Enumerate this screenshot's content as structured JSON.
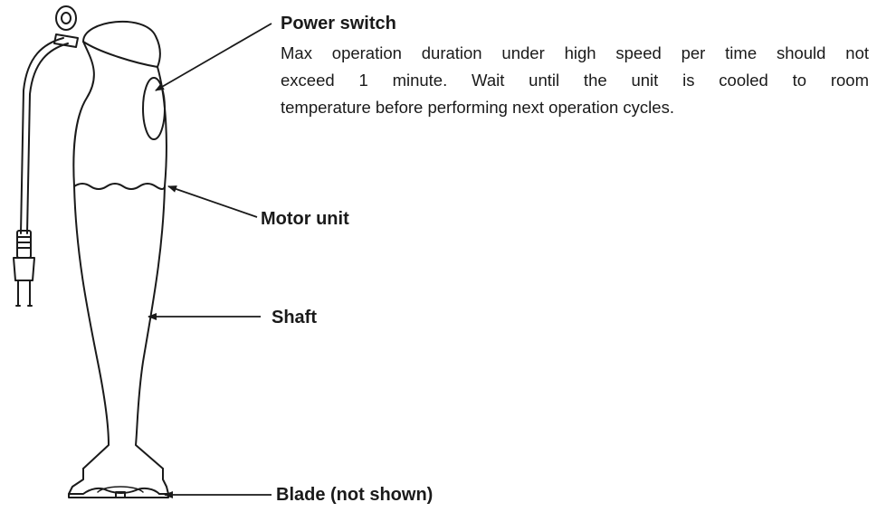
{
  "labels": {
    "power_switch": "Power switch",
    "motor_unit": "Motor unit",
    "shaft": "Shaft",
    "blade": "Blade (not shown)"
  },
  "note": {
    "line1": "Max operation duration under high speed per time should not",
    "line2": "exceed 1 minute. Wait until the unit is cooled to room",
    "line3": "temperature before performing next operation cycles."
  },
  "colors": {
    "ink": "#1a1a1a",
    "background": "#ffffff"
  }
}
